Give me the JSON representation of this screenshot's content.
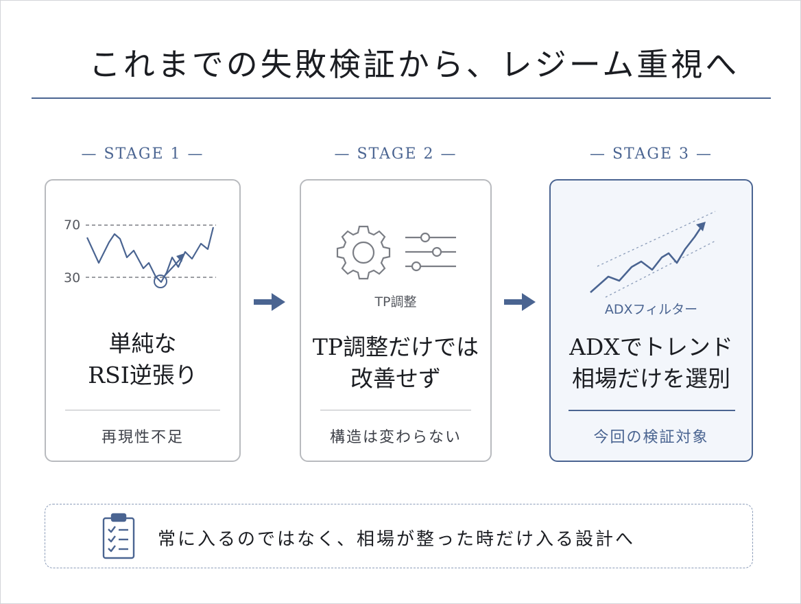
{
  "page": {
    "title": "これまでの失敗検証から、レジーム重視へ"
  },
  "stages": [
    {
      "label": "— STAGE 1 —",
      "title_lines": [
        "単純な",
        "RSI逆張り"
      ],
      "subtitle": "再現性不足",
      "chart": {
        "upper_level": "70",
        "lower_level": "30"
      }
    },
    {
      "label": "— STAGE 2 —",
      "icon_caption": "TP調整",
      "title_lines": [
        "TP調整だけでは",
        "改善せず"
      ],
      "subtitle": "構造は変わらない"
    },
    {
      "label": "— STAGE 3 —",
      "icon_caption": "ADXフィルター",
      "title_lines": [
        "ADXでトレンド",
        "相場だけを選別"
      ],
      "subtitle": "今回の検証対象"
    }
  ],
  "footer": {
    "text": "常に入るのではなく、相場が整った時だけ入る設計へ"
  },
  "colors": {
    "accent": "#4a6491",
    "border": "#b8babe",
    "highlight_bg": "#f3f6fb",
    "text": "#1b1d22",
    "icon_gray": "#7a7d84"
  }
}
